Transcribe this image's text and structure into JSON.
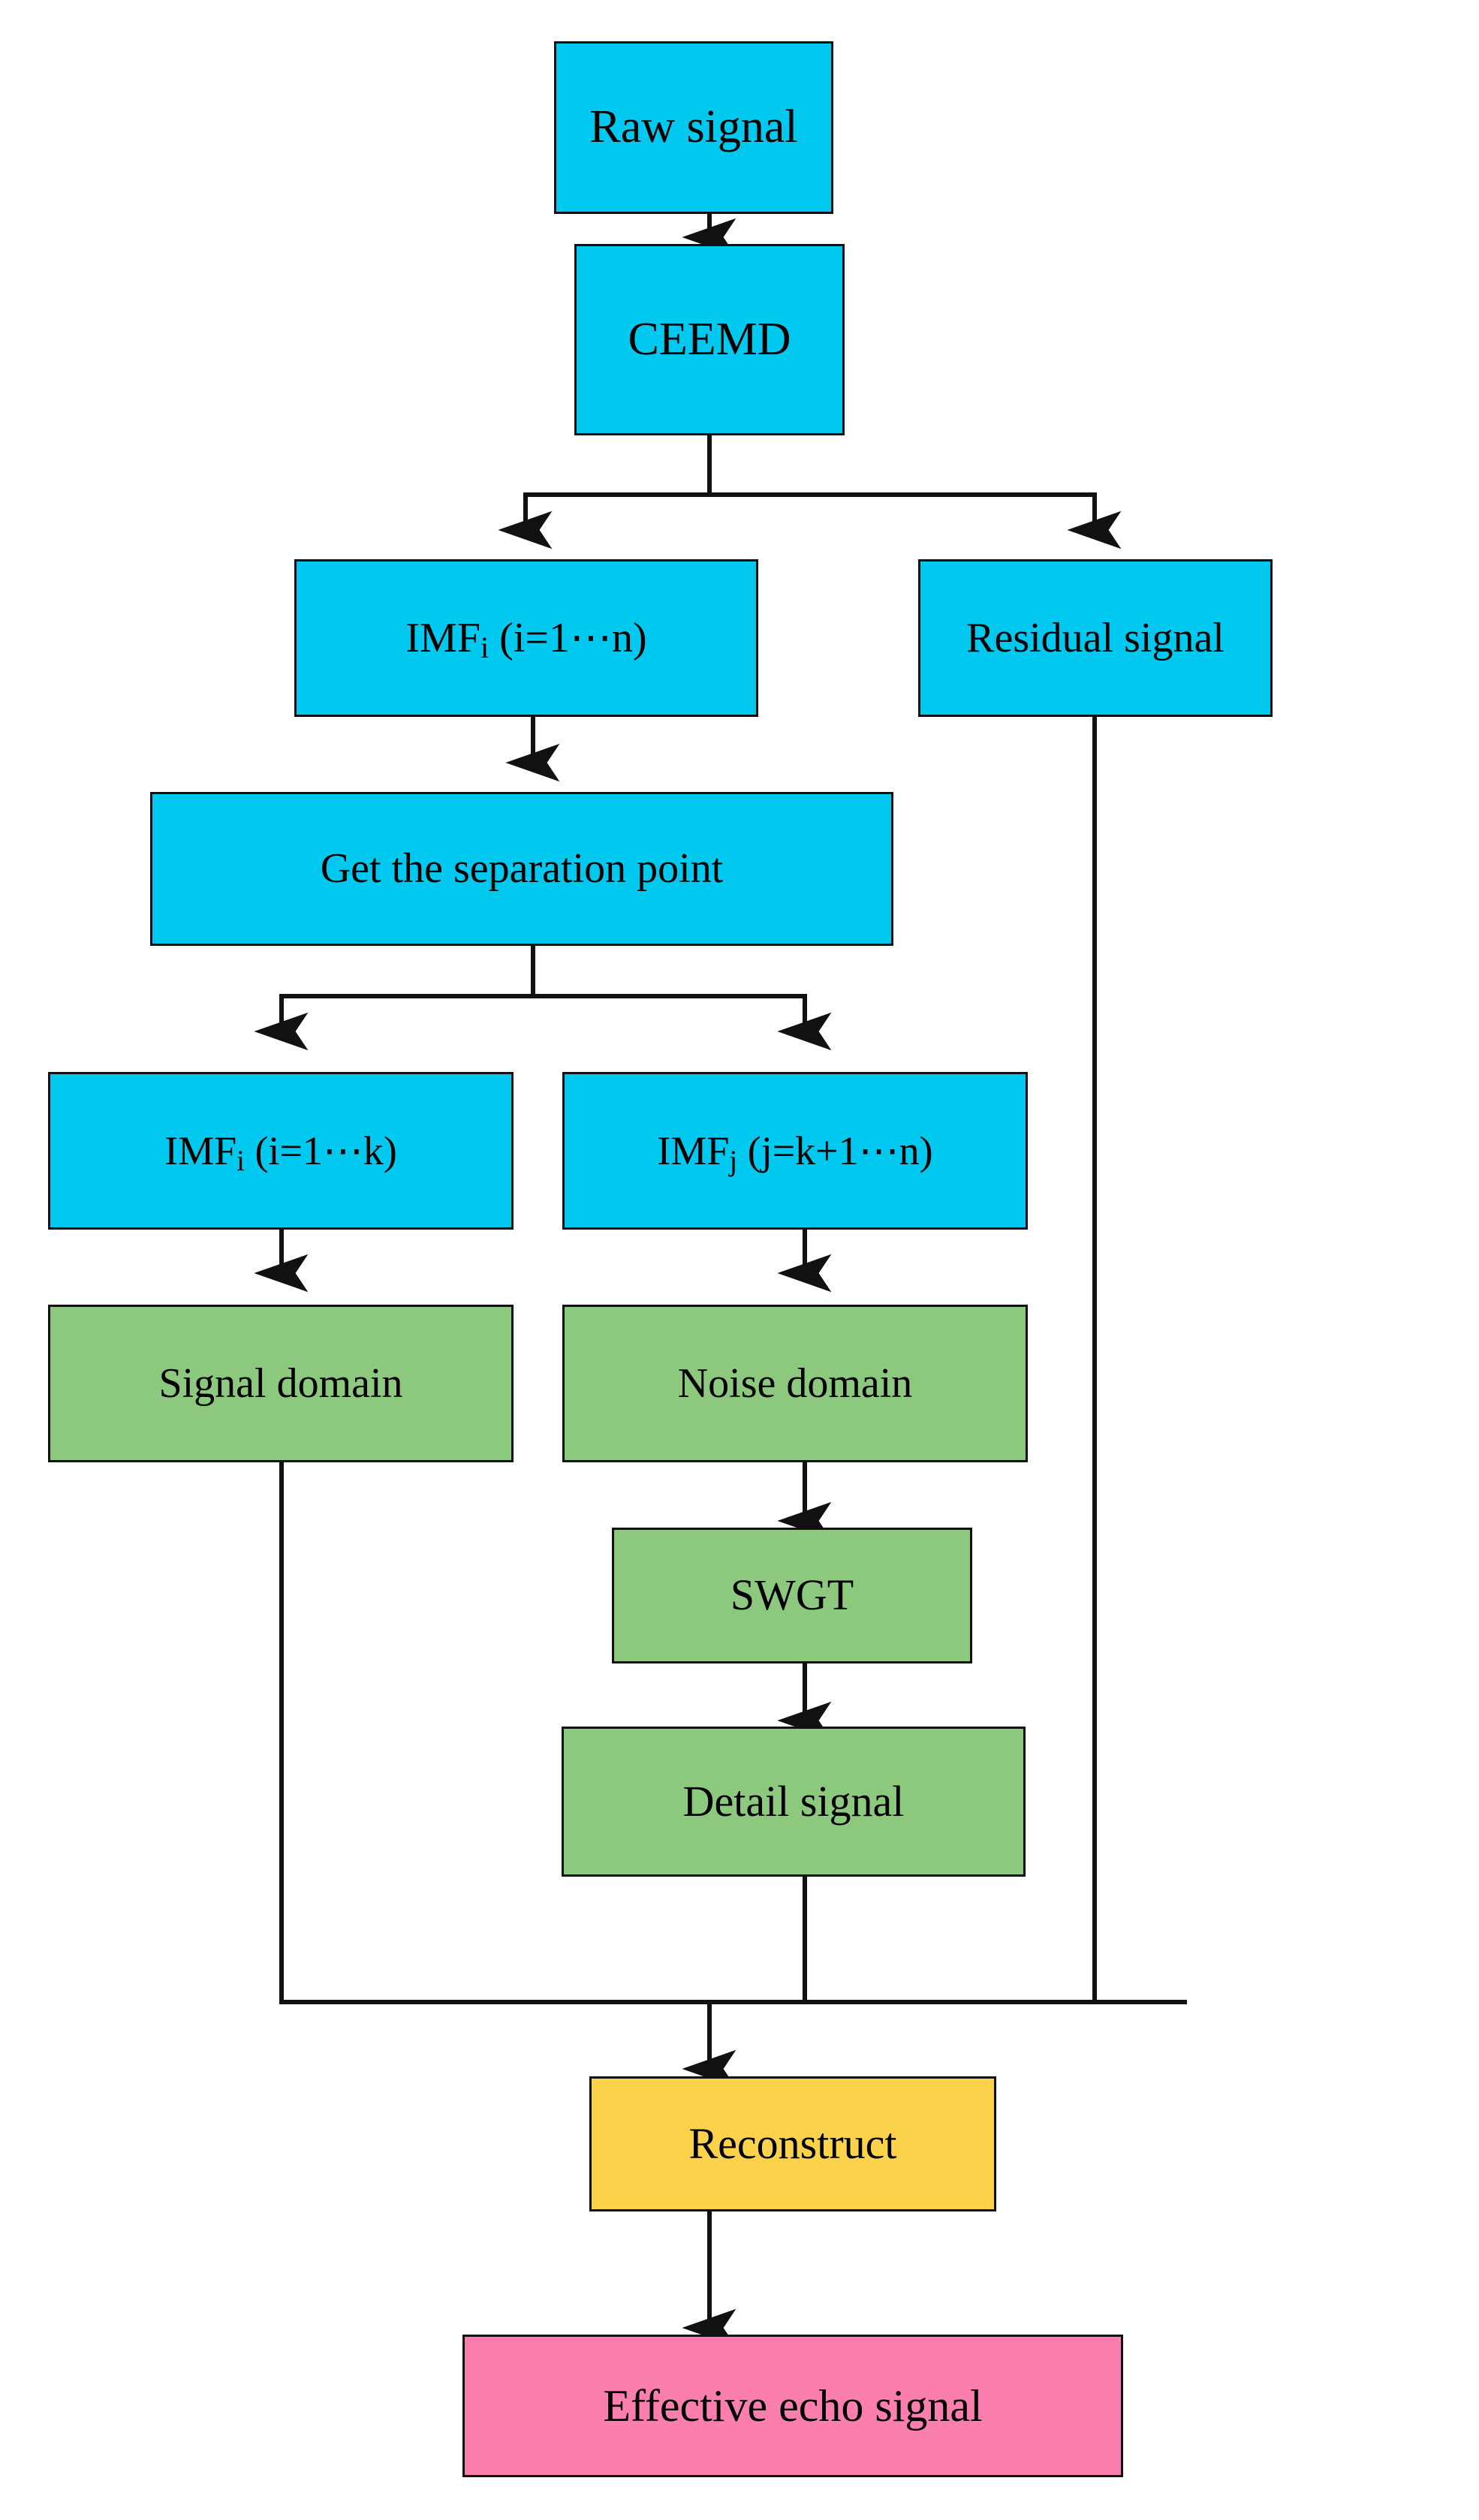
{
  "diagram": {
    "title": "CEEMD-SWGT echo signal denoising flowchart",
    "palette": {
      "cyan": "#00c8ee",
      "green": "#8cc87e",
      "yellow": "#fcd24b",
      "pink": "#fa7eae",
      "stroke": "#111111",
      "background": "#ffffff",
      "text": "#000000"
    },
    "nodes": {
      "raw_signal": {
        "label": "Raw signal",
        "color": "cyan"
      },
      "ceemd": {
        "label": "CEEMD",
        "color": "cyan"
      },
      "imf_all": {
        "base": "IMF",
        "sub": "i",
        "range": " (i=1⋯n)",
        "color": "cyan"
      },
      "residual_signal": {
        "label": "Residual signal",
        "color": "cyan"
      },
      "separation_point": {
        "label": "Get the separation point",
        "color": "cyan"
      },
      "imf_low": {
        "base": "IMF",
        "sub": "i",
        "range": " (i=1⋯k)",
        "color": "cyan"
      },
      "imf_high": {
        "base": "IMF",
        "sub": "j",
        "range": " (j=k+1⋯n)",
        "color": "cyan"
      },
      "signal_domain": {
        "label": "Signal domain",
        "color": "green"
      },
      "noise_domain": {
        "label": "Noise domain",
        "color": "green"
      },
      "swgt": {
        "label": "SWGT",
        "color": "green"
      },
      "detail_signal": {
        "label": "Detail signal",
        "color": "green"
      },
      "reconstruct": {
        "label": "Reconstruct",
        "color": "yellow"
      },
      "effective_echo_signal": {
        "label": "Effective echo signal",
        "color": "pink"
      }
    },
    "edges": [
      {
        "from": "raw_signal",
        "to": "ceemd"
      },
      {
        "from": "ceemd",
        "to": "imf_all"
      },
      {
        "from": "ceemd",
        "to": "residual_signal"
      },
      {
        "from": "imf_all",
        "to": "separation_point"
      },
      {
        "from": "separation_point",
        "to": "imf_low"
      },
      {
        "from": "separation_point",
        "to": "imf_high"
      },
      {
        "from": "imf_low",
        "to": "signal_domain"
      },
      {
        "from": "imf_high",
        "to": "noise_domain"
      },
      {
        "from": "noise_domain",
        "to": "swgt"
      },
      {
        "from": "swgt",
        "to": "detail_signal"
      },
      {
        "from": "signal_domain",
        "to": "reconstruct"
      },
      {
        "from": "detail_signal",
        "to": "reconstruct"
      },
      {
        "from": "residual_signal",
        "to": "reconstruct"
      },
      {
        "from": "reconstruct",
        "to": "effective_echo_signal"
      }
    ]
  }
}
